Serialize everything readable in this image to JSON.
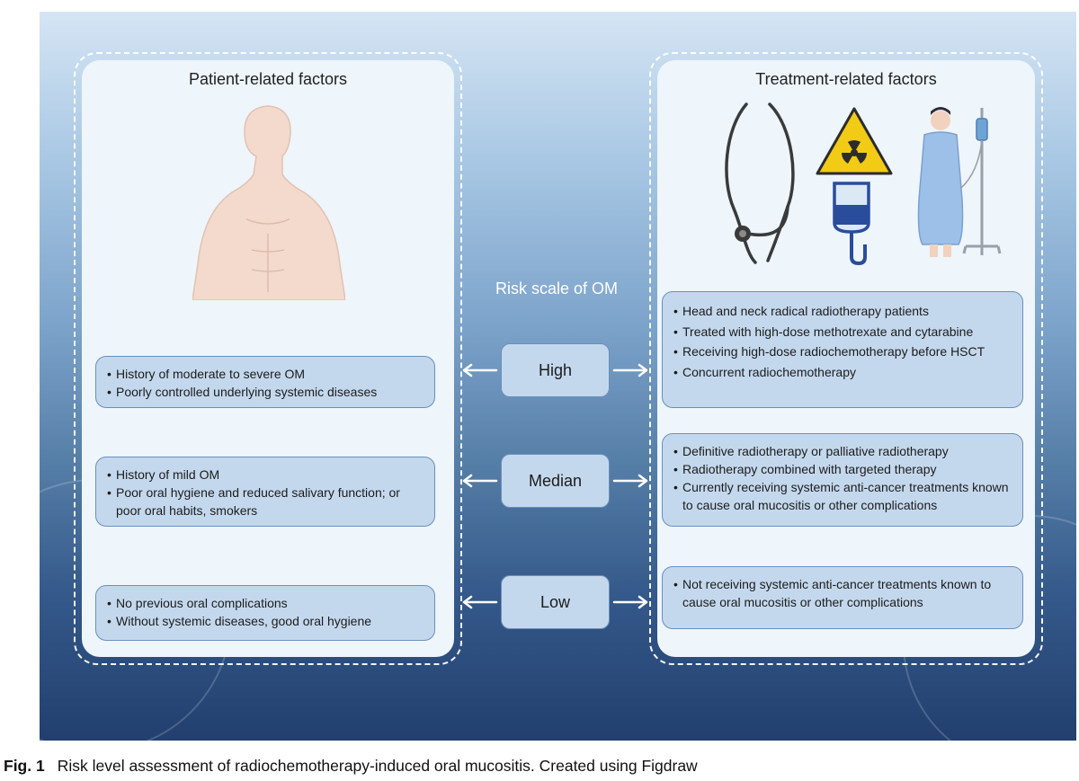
{
  "colors": {
    "panel_bg": "#eef5fb",
    "box_bg": "#c4d8ed",
    "box_border": "#6a8fbc",
    "figure_top": "#d5e5f4",
    "figure_bottom": "#223f6e"
  },
  "left_panel": {
    "title": "Patient-related factors",
    "illustration": "human-body-icon",
    "boxes": [
      {
        "items": [
          "History of moderate to severe OM",
          "Poorly controlled underlying systemic diseases"
        ]
      },
      {
        "items": [
          "History of mild OM",
          "Poor oral hygiene and reduced salivary function; or poor oral habits, smokers"
        ]
      },
      {
        "items": [
          "No previous oral complications",
          "Without systemic diseases, good oral hygiene"
        ]
      }
    ]
  },
  "right_panel": {
    "title": "Treatment-related factors",
    "illustrations": [
      "stethoscope-icon",
      "radiation-warning-icon",
      "iv-bag-icon",
      "patient-with-iv-stand-icon"
    ],
    "boxes": [
      {
        "items": [
          "Head and neck radical radiotherapy patients",
          "Treated with high-dose methotrexate and cytarabine",
          "Receiving high-dose radiochemotherapy before HSCT",
          "Concurrent radiochemotherapy"
        ]
      },
      {
        "items": [
          "Definitive radiotherapy or palliative radiotherapy",
          "Radiotherapy combined with targeted therapy",
          "Currently receiving systemic anti-cancer treatments known to cause oral mucositis or other complications"
        ]
      },
      {
        "items": [
          "Not receiving systemic anti-cancer treatments known to cause oral mucositis or other complications"
        ]
      }
    ]
  },
  "risk_scale": {
    "label": "Risk scale of OM",
    "levels": [
      "High",
      "Median",
      "Low"
    ]
  },
  "caption": {
    "label": "Fig. 1",
    "text": "Risk level assessment of radiochemotherapy-induced oral mucositis. Created using Figdraw"
  }
}
